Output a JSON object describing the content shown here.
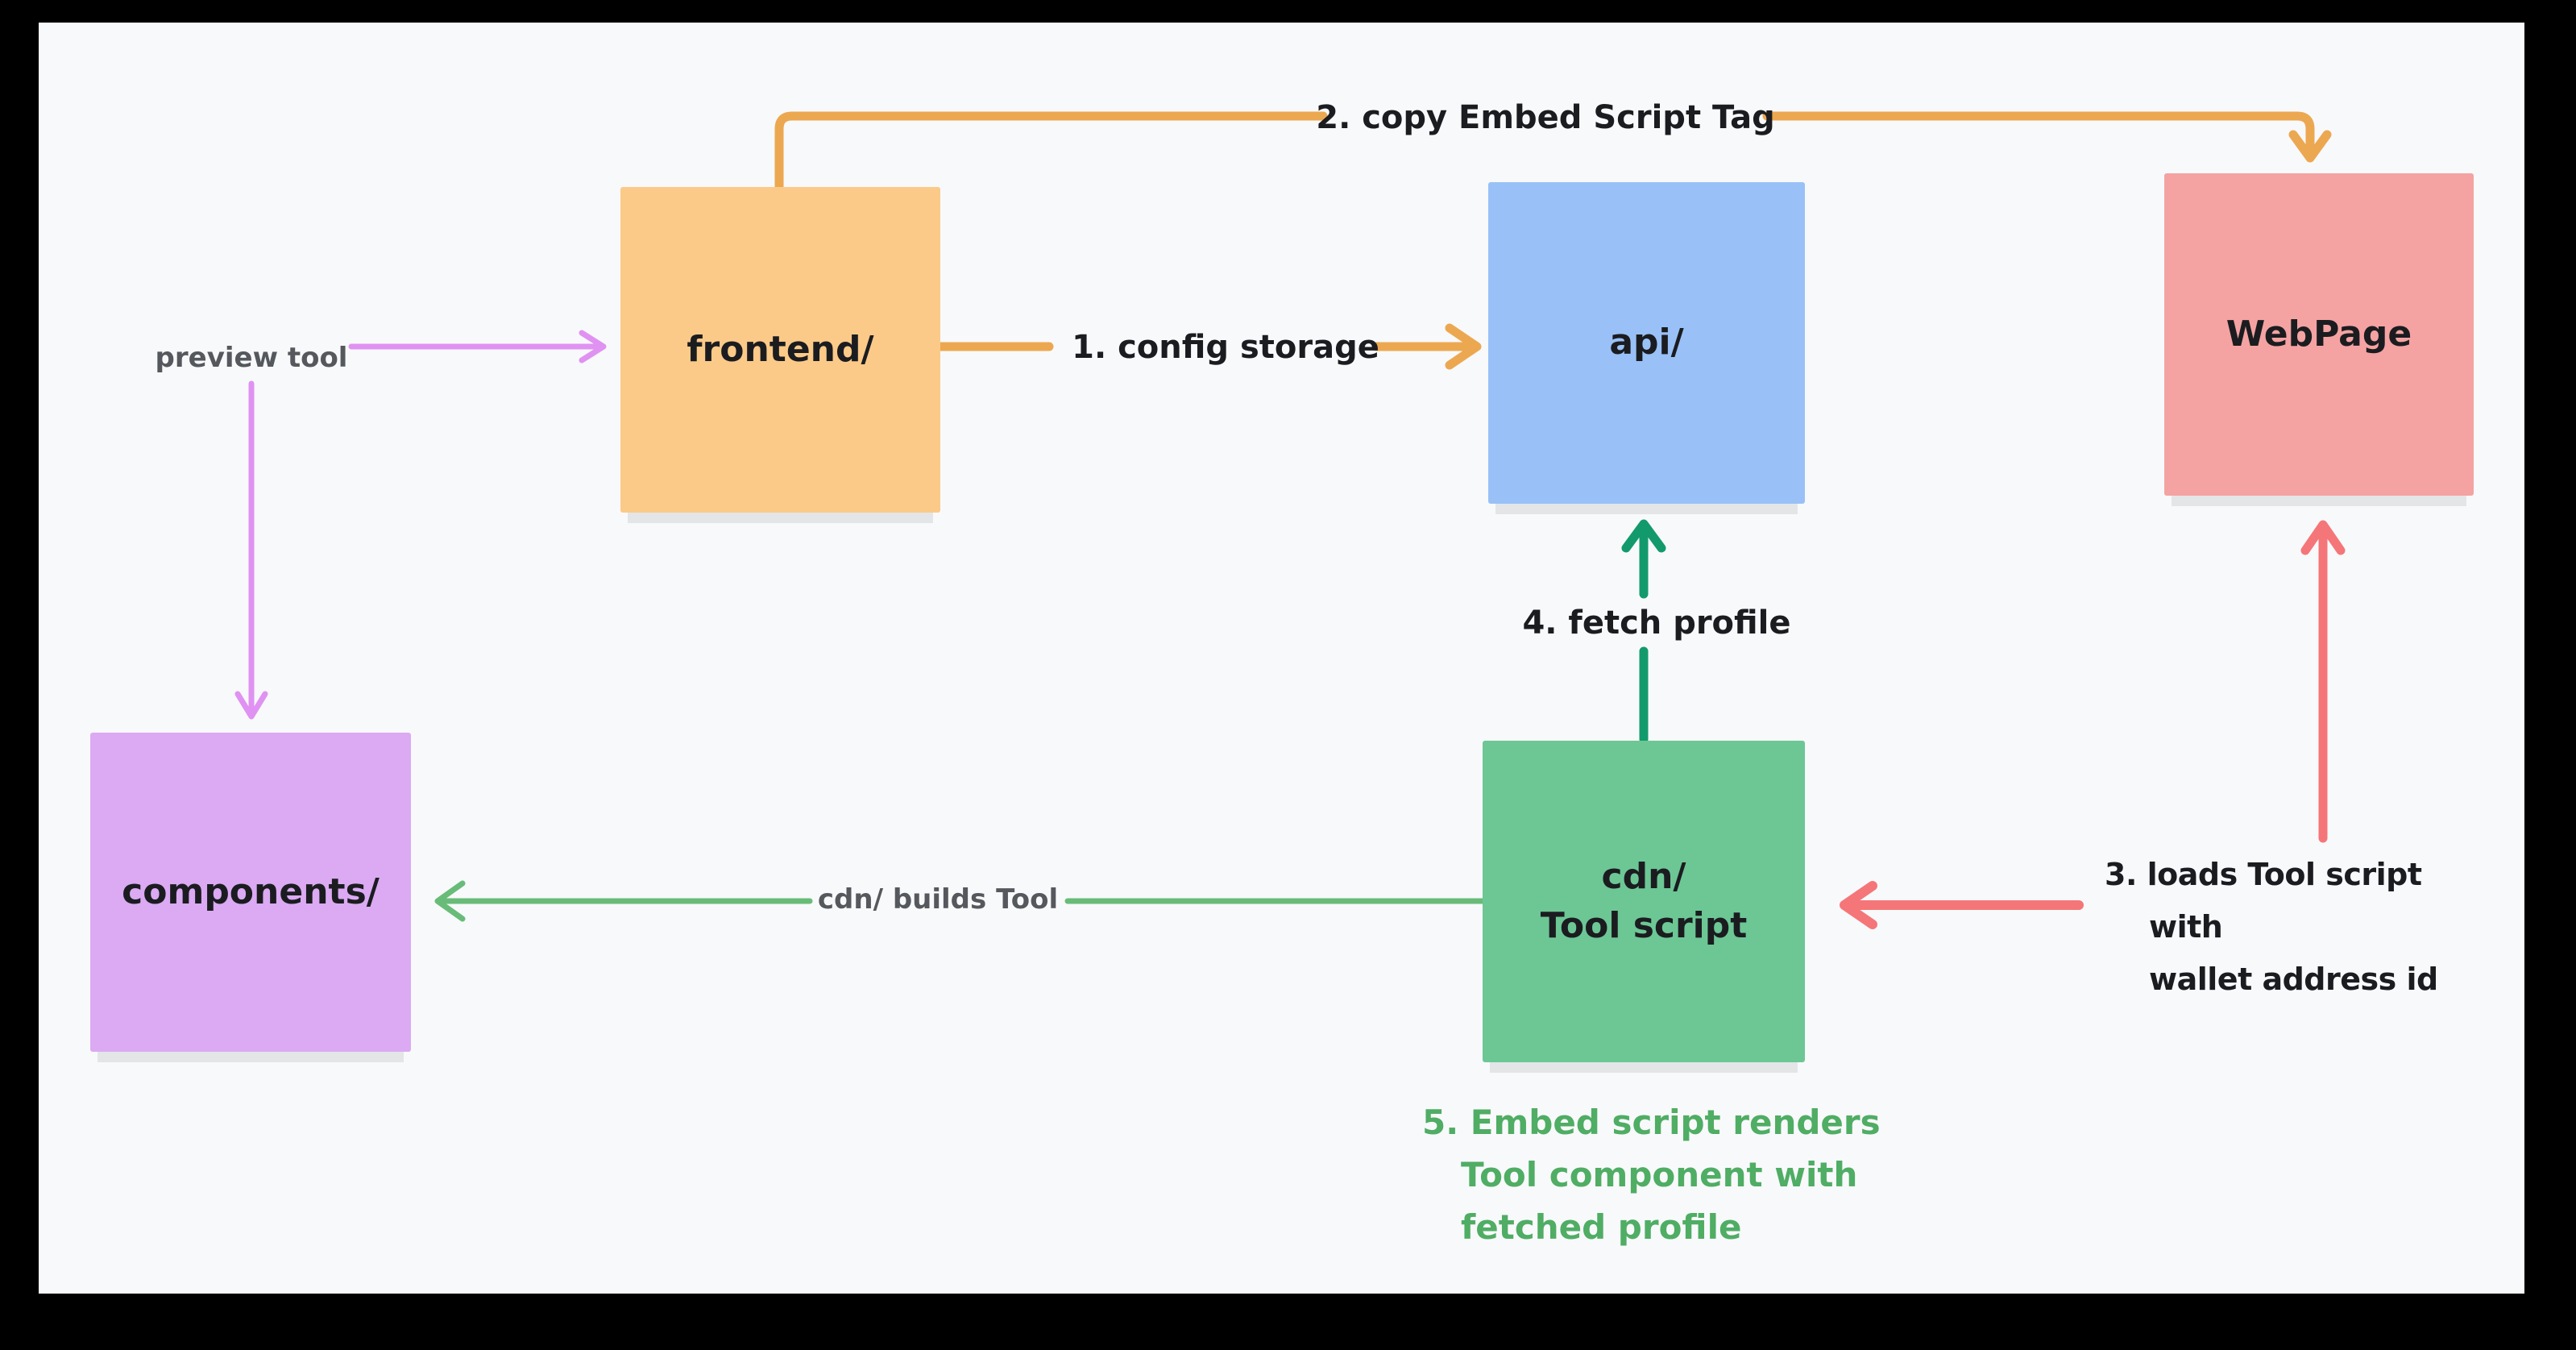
{
  "canvas": {
    "background": "#f8f9fb",
    "frame_color": "#000000",
    "shadow_color": "#e4e5e7"
  },
  "nodes": {
    "frontend": {
      "label": "frontend/",
      "fill": "#fbca88"
    },
    "api": {
      "label": "api/",
      "fill": "#99c1f7"
    },
    "webpage": {
      "label": "WebPage",
      "fill": "#f4a3a2"
    },
    "components": {
      "label": "components/",
      "fill": "#dbaaf3"
    },
    "cdn": {
      "lines": [
        "cdn/",
        "Tool script"
      ],
      "fill": "#6cc795"
    }
  },
  "edges": {
    "preview_tool": {
      "label": "preview tool",
      "color": "#e092f2",
      "from": "preview tool label",
      "to": "frontend/ and components/"
    },
    "config_storage": {
      "label": "1. config storage",
      "color": "#eca850",
      "from": "frontend/",
      "to": "api/"
    },
    "copy_embed_script": {
      "label": "2. copy Embed Script Tag",
      "color": "#eca850",
      "from": "frontend/",
      "to": "WebPage"
    },
    "fetch_profile": {
      "label": "4. fetch profile",
      "color": "#139a6c",
      "from": "cdn/ Tool script",
      "to": "api/"
    },
    "cdn_builds_tool": {
      "label": "cdn/ builds Tool",
      "color": "#68bc78",
      "from": "cdn/ Tool script",
      "to": "components/"
    },
    "loads_tool_script": {
      "lines": [
        "3. loads Tool script",
        "with",
        "wallet address id"
      ],
      "color": "#f57678",
      "from": "WebPage",
      "to": "cdn/ Tool script"
    }
  },
  "annotations": {
    "step5": {
      "lines": [
        "5. Embed script renders",
        "Tool component with",
        "fetched profile"
      ],
      "color": "#4fad64"
    }
  },
  "text_colors": {
    "label_black": "#1b1c20",
    "label_gray": "#55585c"
  }
}
